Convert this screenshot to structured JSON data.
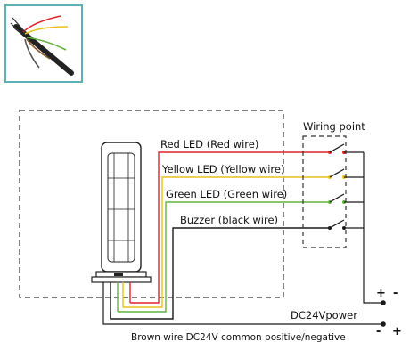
{
  "labels": {
    "red": "Red LED  (Red wire)",
    "yellow": "Yellow LED  (Yellow wire)",
    "green": "Green LED  (Green wire)",
    "buzzer": "Buzzer (black wire)",
    "wiring_point": "Wiring point",
    "power": "DC24Vpower",
    "common": "Brown wire DC24V common positive/negative"
  },
  "terminals": {
    "plus_top": "+",
    "minus_top": "-",
    "minus_bottom": "-",
    "plus_bottom": "+"
  },
  "colors": {
    "red_wire": "#e0242a",
    "yellow_wire": "#e8c21c",
    "green_wire": "#63b33c",
    "black_wire": "#1a1a1a",
    "brown_wire": "#8a5a2b",
    "thumbnail_border": "#5fb0b5"
  },
  "icons": {
    "thumbnail": "cable-bundle-photo",
    "device": "tower-light-icon",
    "switches": "relay-switch-icon"
  }
}
